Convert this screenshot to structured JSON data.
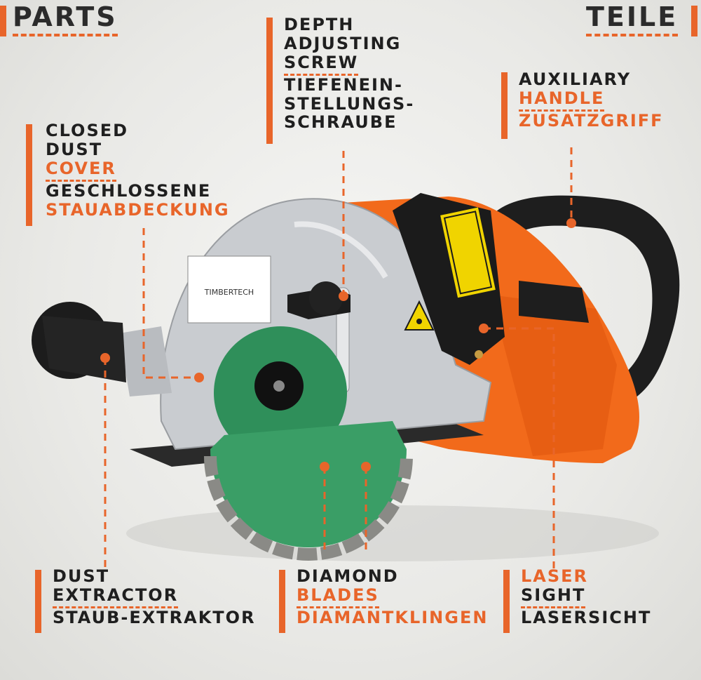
{
  "headings": {
    "left": "PARTS",
    "right": "TEILE"
  },
  "brand": "TIMBERTECH",
  "labels": {
    "depth": {
      "en1": "DEPTH",
      "en2": "ADJUSTING",
      "en3": "SCREW",
      "de1": "TIEFENEIN-",
      "de2": "STELLUNGS-",
      "de3": "SCHRAUBE"
    },
    "handle": {
      "en1": "AUXILIARY",
      "en2": "HANDLE",
      "de1": "ZUSATZGRIFF"
    },
    "cover": {
      "en1": "CLOSED",
      "en2": "DUST",
      "en3": "COVER",
      "de1": "GESCHLOSSENE",
      "de2": "STAUABDECKUNG"
    },
    "dust": {
      "en1": "DUST",
      "en2": "EXTRACTOR",
      "de1": "STAUB-EXTRAKTOR"
    },
    "blades": {
      "en1": "DIAMOND",
      "en2": "BLADES",
      "de1": "DIAMANTKLINGEN"
    },
    "laser": {
      "en1": "LASER",
      "en2": "SIGHT",
      "de1": "LASERSICHT"
    }
  },
  "colors": {
    "accent": "#e8652a",
    "text": "#1f1f1f",
    "body_orange": "#f26a1b",
    "blade_green": "#2f8f5a",
    "housing_silver": "#c9ccd0"
  }
}
